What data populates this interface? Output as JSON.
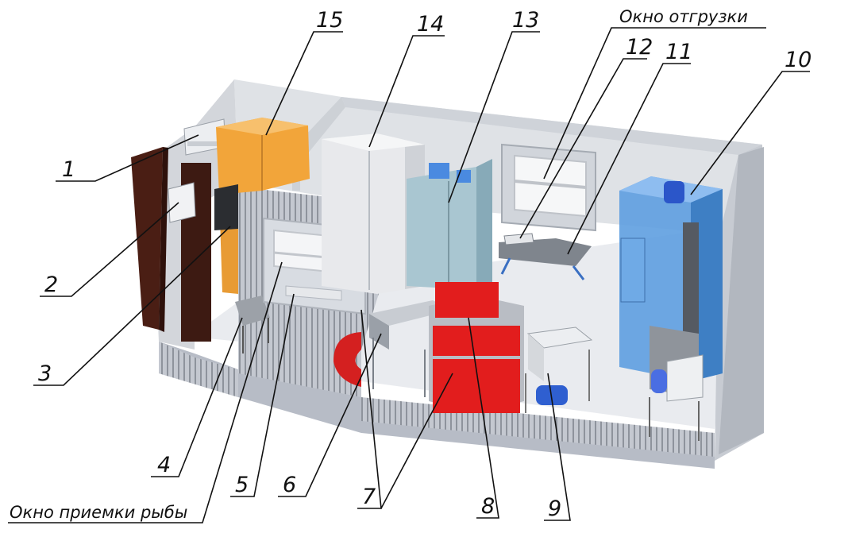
{
  "diagram": {
    "callouts": {
      "c1": "1",
      "c2": "2",
      "c3": "3",
      "c4": "4",
      "c5": "5",
      "c6": "6",
      "c7": "7",
      "c8": "8",
      "c9": "9",
      "c10": "10",
      "c11": "11",
      "c12": "12",
      "c13": "13",
      "c14": "14",
      "c15": "15"
    },
    "captions": {
      "shipping_window": "Окно отгрузки",
      "fish_intake_window": "Окно приемки рыбы"
    },
    "colors": {
      "wall": "#dadde2",
      "floor": "#e9ebef",
      "cladding": "#b7bcc6",
      "door": "#4a1e14",
      "orange_cabinet": "#f2a53a",
      "glass_cabinet": "#a9c6d1",
      "blue_unit": "#4f8fd6",
      "red_crates": "#e21d1d",
      "leader_line": "#111111"
    }
  }
}
